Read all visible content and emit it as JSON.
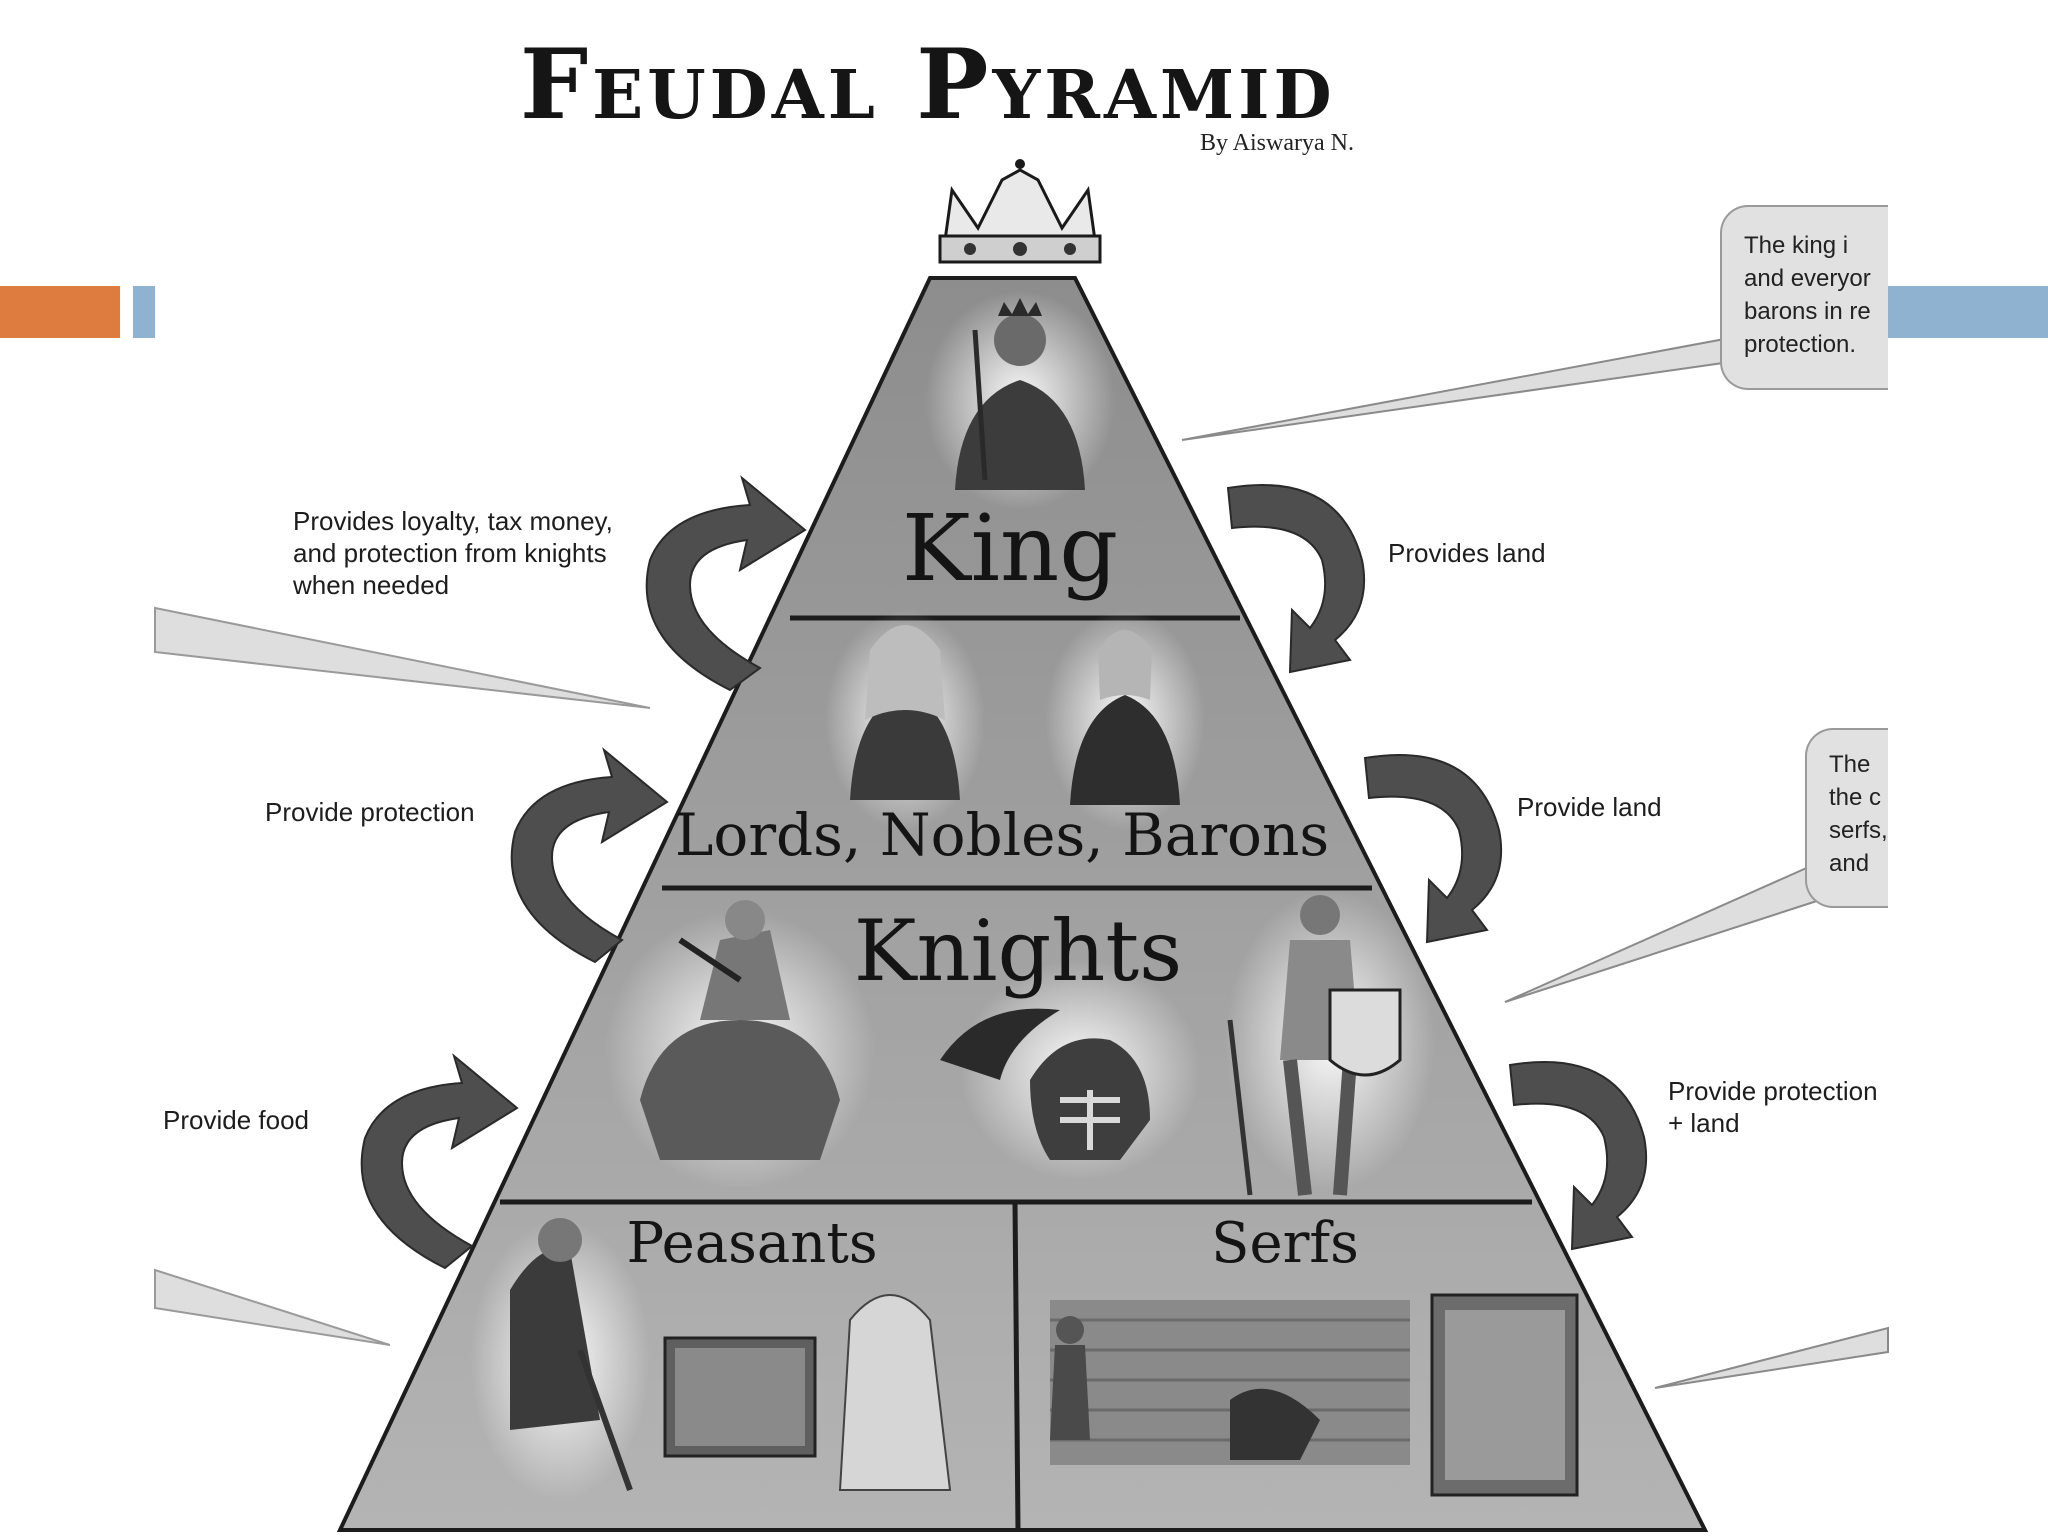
{
  "title": "Feudal Pyramid",
  "author": "By Aiswarya N.",
  "tiers": {
    "king": "King",
    "lords": "Lords, Nobles, Barons",
    "knights": "Knights",
    "peasants": "Peasants",
    "serfs": "Serfs"
  },
  "relations": {
    "left_top": "Provides loyalty, tax money, and protection from knights when needed",
    "left_middle": "Provide protection",
    "left_bottom": "Provide food",
    "right_top": "Provides land",
    "right_middle": "Provide land",
    "right_bottom": "Provide protection + land"
  },
  "callouts": {
    "top_right": [
      "The king i",
      "and everyor",
      "barons in re",
      "protection."
    ],
    "middle_right": [
      "The",
      "the c",
      "serfs,",
      "and"
    ]
  },
  "colors": {
    "accent_orange": "#de7b3e",
    "accent_blue": "#8eb2cf",
    "arrow": "#4e4e4e",
    "pyramid_fill": "#a3a3a3"
  }
}
